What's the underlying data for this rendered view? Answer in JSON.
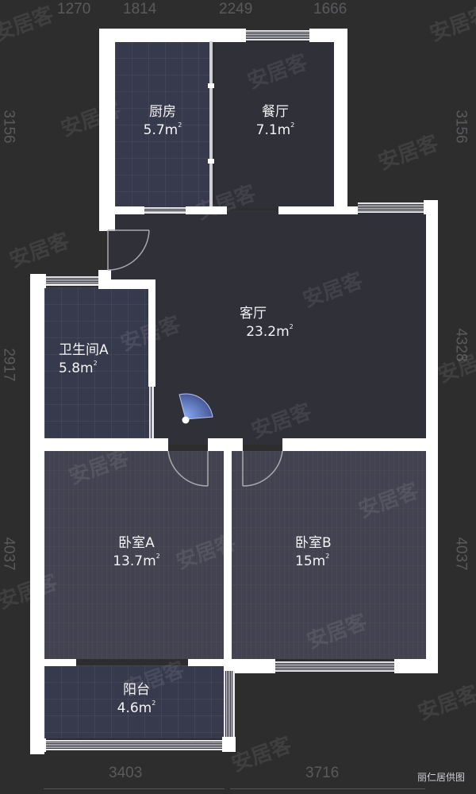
{
  "dimensions": {
    "top": [
      "1270",
      "1814",
      "2249",
      "1666"
    ],
    "bottom": [
      "3403",
      "3716"
    ],
    "left": [
      "3156",
      "2917",
      "4037"
    ],
    "right": [
      "3156",
      "4328",
      "4037"
    ]
  },
  "rooms": {
    "kitchen": {
      "name": "厨房",
      "area": "5.7m",
      "unit_sup": "2"
    },
    "dining": {
      "name": "餐厅",
      "area": "7.1m",
      "unit_sup": "2"
    },
    "living": {
      "name": "客厅",
      "area": "23.2m",
      "unit_sup": "2"
    },
    "bathroom_a": {
      "name": "卫生间A",
      "area": "5.8m",
      "unit_sup": "2"
    },
    "bedroom_a": {
      "name": "卧室A",
      "area": "13.7m",
      "unit_sup": "2"
    },
    "bedroom_b": {
      "name": "卧室B",
      "area": "15m",
      "unit_sup": "2"
    },
    "balcony": {
      "name": "阳台",
      "area": "4.6m",
      "unit_sup": "2"
    }
  },
  "watermark": "安居客",
  "credit": "丽仁居供图",
  "colors": {
    "background": "#2d2d2e",
    "wall": "#ffffff",
    "tile_floor": "#373a4c",
    "living_floor": "#2f3038",
    "wood_floor": "#424250",
    "dimension_text": "#5a5a5c",
    "compass": "#6d86c7"
  }
}
